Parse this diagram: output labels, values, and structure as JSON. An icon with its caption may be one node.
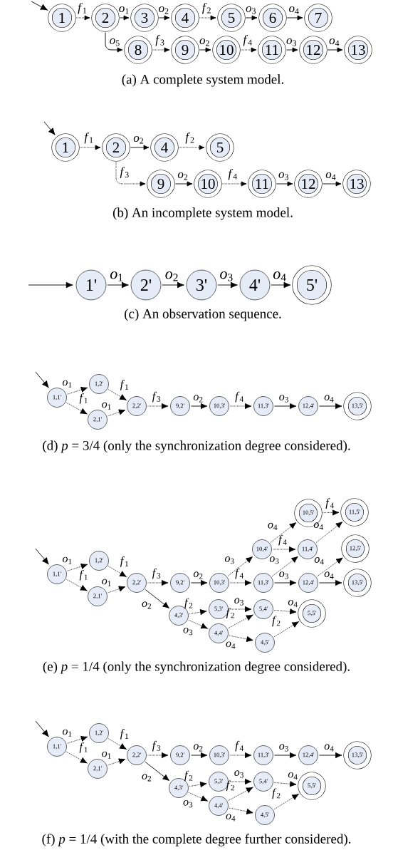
{
  "diagram": {
    "nodes": [
      {
        "text": [
          "1"
        ]
      },
      {
        "text": [
          "2"
        ]
      },
      {
        "text": [
          "3"
        ]
      },
      {
        "text": [
          "4"
        ]
      },
      {
        "text": [
          "5"
        ]
      },
      {
        "text": [
          "6"
        ]
      },
      {
        "text": [
          "7"
        ]
      },
      {
        "text": [
          "8"
        ]
      },
      {
        "text": [
          "9"
        ]
      },
      {
        "text": [
          "10"
        ]
      },
      {
        "text": [
          "11"
        ]
      },
      {
        "text": [
          "12"
        ]
      },
      {
        "text": [
          "13"
        ]
      },
      {
        "text": [
          "1"
        ]
      },
      {
        "text": [
          "2"
        ]
      },
      {
        "text": [
          "4"
        ]
      },
      {
        "text": [
          "5"
        ]
      },
      {
        "text": [
          "9"
        ]
      },
      {
        "text": [
          "10"
        ]
      },
      {
        "text": [
          "11"
        ]
      },
      {
        "text": [
          "12"
        ]
      },
      {
        "text": [
          "13"
        ]
      },
      {
        "text": [
          "1'"
        ]
      },
      {
        "text": [
          "2'"
        ]
      },
      {
        "text": [
          "3'"
        ]
      },
      {
        "text": [
          "4'"
        ]
      },
      {
        "text": [
          "5'"
        ]
      },
      {
        "text": [
          "1,1'"
        ]
      },
      {
        "text": [
          "1,2'"
        ]
      },
      {
        "text": [
          "2,1'"
        ]
      },
      {
        "text": [
          "2,2'"
        ]
      },
      {
        "text": [
          "9,2'"
        ]
      },
      {
        "text": [
          "10,3'"
        ]
      },
      {
        "text": [
          "11,3'"
        ]
      },
      {
        "text": [
          "12,4'"
        ]
      },
      {
        "text": [
          "13,5'"
        ]
      },
      {
        "text": [
          "1,1'"
        ]
      },
      {
        "text": [
          "1,2'"
        ]
      },
      {
        "text": [
          "2,1'"
        ]
      },
      {
        "text": [
          "2,2'"
        ]
      },
      {
        "text": [
          "9,2'"
        ]
      },
      {
        "text": [
          "10,3'"
        ]
      },
      {
        "text": [
          "10,4'"
        ]
      },
      {
        "text": [
          "10,5'"
        ]
      },
      {
        "text": [
          "11,5'"
        ]
      },
      {
        "text": [
          "11,4'"
        ]
      },
      {
        "text": [
          "12,5'"
        ]
      },
      {
        "text": [
          "11,3'"
        ]
      },
      {
        "text": [
          "12,4'"
        ]
      },
      {
        "text": [
          "13,5'"
        ]
      },
      {
        "text": [
          "4,3'"
        ]
      },
      {
        "text": [
          "5,3'"
        ]
      },
      {
        "text": [
          "5,4'"
        ]
      },
      {
        "text": [
          "5,5'"
        ]
      },
      {
        "text": [
          "4,4'"
        ]
      },
      {
        "text": [
          "4,5'"
        ]
      },
      {
        "text": [
          "1,1'"
        ]
      },
      {
        "text": [
          "1,2'"
        ]
      },
      {
        "text": [
          "2,1'"
        ]
      },
      {
        "text": [
          "2,2'"
        ]
      },
      {
        "text": [
          "9,2'"
        ]
      },
      {
        "text": [
          "10,3'"
        ]
      },
      {
        "text": [
          "11,3'"
        ]
      },
      {
        "text": [
          "12,4'"
        ]
      },
      {
        "text": [
          "13,5'"
        ]
      },
      {
        "text": [
          "4,3'"
        ]
      },
      {
        "text": [
          "5,3'"
        ]
      },
      {
        "text": [
          "5,4'"
        ]
      },
      {
        "text": [
          "5,5'"
        ]
      },
      {
        "text": [
          "4,4'"
        ]
      },
      {
        "text": [
          "4,5'"
        ]
      }
    ],
    "edges": [
      {
        "from": null,
        "to": 0,
        "arrow": "to"
      },
      {
        "from": 0,
        "to": 1,
        "arrow": "to",
        "label": "*f*$_{1}$",
        "style": "dashed"
      },
      {
        "from": 1,
        "to": 2,
        "arrow": "to",
        "label": "*o*$_{1}$"
      },
      {
        "from": 2,
        "to": 3,
        "arrow": "to",
        "label": "*o*$_{2}$"
      },
      {
        "from": 3,
        "to": 4,
        "arrow": "to",
        "label": "*f*$_{2}$",
        "style": "dashed"
      },
      {
        "from": 4,
        "to": 5,
        "arrow": "to",
        "label": "*o*$_{3}$"
      },
      {
        "from": 5,
        "to": 6,
        "arrow": "to",
        "label": "*o*$_{4}$"
      },
      {
        "from": 1,
        "to": 7,
        "arrow": "to",
        "label": "*o*$_{5}$"
      },
      {
        "from": 7,
        "to": 8,
        "arrow": "to",
        "label": "*f*$_{3}$",
        "style": "dashed"
      },
      {
        "from": 8,
        "to": 9,
        "arrow": "to",
        "label": "*o*$_{2}$"
      },
      {
        "from": 9,
        "to": 10,
        "arrow": "to",
        "label": "*f*$_{4}$",
        "style": "dashed"
      },
      {
        "from": 10,
        "to": 11,
        "arrow": "to",
        "label": "*o*$_{3}$"
      },
      {
        "from": 11,
        "to": 12,
        "arrow": "to",
        "label": "*o*$_{4}$"
      },
      {
        "from": null,
        "to": 13,
        "arrow": "to"
      },
      {
        "from": 13,
        "to": 14,
        "arrow": "to",
        "label": "*f*$_{1}$",
        "style": "dashed"
      },
      {
        "from": 14,
        "to": 15,
        "arrow": "to",
        "label": "*o*$_{2}$"
      },
      {
        "from": 15,
        "to": 16,
        "arrow": "to",
        "label": "*f*$_{2}$",
        "style": "dashed"
      },
      {
        "from": 14,
        "to": 17,
        "arrow": "to",
        "label": "*f*$_{3}$",
        "style": "dashed"
      },
      {
        "from": 17,
        "to": 18,
        "arrow": "to",
        "label": "*o*$_{2}$"
      },
      {
        "from": 18,
        "to": 19,
        "arrow": "to",
        "label": "*f*$_{4}$",
        "style": "dashed"
      },
      {
        "from": 19,
        "to": 20,
        "arrow": "to",
        "label": "*o*$_{3}$"
      },
      {
        "from": 20,
        "to": 21,
        "arrow": "to",
        "label": "*o*$_{4}$"
      },
      {
        "from": null,
        "to": 22,
        "arrow": "to"
      },
      {
        "from": 22,
        "to": 23,
        "arrow": "to",
        "label": "*o*$_{1}$"
      },
      {
        "from": 23,
        "to": 24,
        "arrow": "to",
        "label": "*o*$_{2}$"
      },
      {
        "from": 24,
        "to": 25,
        "arrow": "to",
        "label": "*o*$_{3}$"
      },
      {
        "from": 25,
        "to": 26,
        "arrow": "to",
        "label": "*o*$_{4}$"
      },
      {
        "from": null,
        "to": 27,
        "arrow": "to"
      },
      {
        "from": 27,
        "to": 28,
        "arrow": "to",
        "label": "*o*$_{1}$",
        "style": "dashed"
      },
      {
        "from": 27,
        "to": 29,
        "arrow": "to",
        "label": "*f*$_{1}$",
        "style": "dashed"
      },
      {
        "from": 28,
        "to": 30,
        "arrow": "to",
        "label": "*f*$_{1}$",
        "style": "dashed"
      },
      {
        "from": 29,
        "to": 30,
        "arrow": "to",
        "label": "*o*$_{1}$",
        "style": "dashed"
      },
      {
        "from": 30,
        "to": 31,
        "arrow": "to",
        "label": "*f*$_{3}$",
        "style": "dashed"
      },
      {
        "from": 31,
        "to": 32,
        "arrow": "to",
        "label": "*o*$_{2}$"
      },
      {
        "from": 32,
        "to": 33,
        "arrow": "to",
        "label": "*f*$_{4}$",
        "style": "dashed"
      },
      {
        "from": 33,
        "to": 34,
        "arrow": "to",
        "label": "*o*$_{3}$"
      },
      {
        "from": 34,
        "to": 35,
        "arrow": "to",
        "label": "*o*$_{4}$"
      },
      {
        "from": null,
        "to": 36,
        "arrow": "to"
      },
      {
        "from": 36,
        "to": 37,
        "arrow": "to",
        "label": "*o*$_{1}$",
        "style": "dashed"
      },
      {
        "from": 36,
        "to": 38,
        "arrow": "to",
        "label": "*f*$_{1}$",
        "style": "dashed"
      },
      {
        "from": 37,
        "to": 39,
        "arrow": "to",
        "label": "*f*$_{1}$",
        "style": "dashed"
      },
      {
        "from": 38,
        "to": 39,
        "arrow": "to",
        "label": "*o*$_{1}$",
        "style": "dashed"
      },
      {
        "from": 39,
        "to": 40,
        "arrow": "to",
        "label": "*f*$_{3}$",
        "style": "dashed"
      },
      {
        "from": 39,
        "to": 50,
        "arrow": "to",
        "label": "*o*$_{2}$"
      },
      {
        "from": 40,
        "to": 41,
        "arrow": "to",
        "label": "*o*$_{2}$"
      },
      {
        "from": 41,
        "to": 42,
        "arrow": "to",
        "label": "*o*$_{3}$",
        "style": "dashed"
      },
      {
        "from": 41,
        "to": 47,
        "arrow": "to",
        "label": "*f*$_{4}$",
        "style": "dashed"
      },
      {
        "from": 42,
        "to": 43,
        "arrow": "to",
        "label": "*o*$_{4}$",
        "style": "dashed"
      },
      {
        "from": 42,
        "to": 45,
        "arrow": "to",
        "label": "*f*$_{4}$",
        "style": "dashed"
      },
      {
        "from": 43,
        "to": 44,
        "arrow": "to",
        "label": "*f*$_{4}$",
        "style": "dashed"
      },
      {
        "from": 45,
        "to": 44,
        "arrow": "to",
        "label": "*o*$_{4}$",
        "style": "dashed"
      },
      {
        "from": 47,
        "to": 45,
        "arrow": "to",
        "label": "*o*$_{3}$",
        "style": "dashed"
      },
      {
        "from": 47,
        "to": 48,
        "arrow": "to",
        "label": "*o*$_{3}$"
      },
      {
        "from": 48,
        "to": 46,
        "arrow": "to",
        "label": "*o*$_{4}$",
        "style": "dashed"
      },
      {
        "from": 48,
        "to": 49,
        "arrow": "to",
        "label": "*o*$_{4}$"
      },
      {
        "from": 50,
        "to": 51,
        "arrow": "to",
        "label": "*f*$_{2}$",
        "style": "dashed"
      },
      {
        "from": 50,
        "to": 54,
        "arrow": "to",
        "label": "*o*$_{3}$",
        "style": "dashed"
      },
      {
        "from": 51,
        "to": 52,
        "arrow": "to",
        "label": "*o*$_{3}$",
        "style": "dashed"
      },
      {
        "from": 54,
        "to": 52,
        "arrow": "to",
        "label": "*f*$_{2}$",
        "style": "dashed"
      },
      {
        "from": 54,
        "to": 55,
        "arrow": "to",
        "label": "*o*$_{4}$",
        "style": "dashed"
      },
      {
        "from": 52,
        "to": 53,
        "arrow": "to",
        "label": "*o*$_{4}$",
        "style": "dashed"
      },
      {
        "from": 55,
        "to": 53,
        "arrow": "to",
        "label": "*f*$_{2}$",
        "style": "dashed"
      },
      {
        "from": null,
        "to": 56,
        "arrow": "to"
      },
      {
        "from": 56,
        "to": 57,
        "arrow": "to",
        "label": "*o*$_{1}$",
        "style": "dashed"
      },
      {
        "from": 56,
        "to": 58,
        "arrow": "to",
        "label": "*f*$_{1}$",
        "style": "dashed"
      },
      {
        "from": 57,
        "to": 59,
        "arrow": "to",
        "label": "*f*$_{1}$",
        "style": "dashed"
      },
      {
        "from": 58,
        "to": 59,
        "arrow": "to",
        "label": "*o*$_{1}$",
        "style": "dashed"
      },
      {
        "from": 59,
        "to": 60,
        "arrow": "to",
        "label": "*f*$_{3}$",
        "style": "dashed"
      },
      {
        "from": 59,
        "to": 65,
        "arrow": "to",
        "label": "*o*$_{2}$"
      },
      {
        "from": 60,
        "to": 61,
        "arrow": "to",
        "label": "*o*$_{2}$"
      },
      {
        "from": 61,
        "to": 62,
        "arrow": "to",
        "label": "*f*$_{4}$",
        "style": "dashed"
      },
      {
        "from": 62,
        "to": 63,
        "arrow": "to",
        "label": "*o*$_{3}$"
      },
      {
        "from": 63,
        "to": 64,
        "arrow": "to",
        "label": "*o*$_{4}$"
      },
      {
        "from": 65,
        "to": 66,
        "arrow": "to",
        "label": "*f*$_{2}$",
        "style": "dashed"
      },
      {
        "from": 65,
        "to": 69,
        "arrow": "to",
        "label": "*o*$_{3}$",
        "style": "dashed"
      },
      {
        "from": 66,
        "to": 67,
        "arrow": "to",
        "label": "*o*$_{3}$",
        "style": "dashed"
      },
      {
        "from": 69,
        "to": 67,
        "arrow": "to",
        "label": "*f*$_{2}$",
        "style": "dashed"
      },
      {
        "from": 69,
        "to": 70,
        "arrow": "to",
        "label": "*o*$_{4}$",
        "style": "dashed"
      },
      {
        "from": 67,
        "to": 68,
        "arrow": "to",
        "label": "*o*$_{4}$",
        "style": "dashed"
      },
      {
        "from": 70,
        "to": 68,
        "arrow": "to",
        "label": "*f*$_{2}$",
        "style": "dashed"
      }
    ],
    "labels": [
      "(a) A complete system model.",
      "(b) An incomplete system model.",
      "(c) An observation sequence.",
      "(d) *p* = 3/4 (only the synchronization degree considered).",
      "(e) *p* = 1/4 (only the synchronization degree considered).",
      "(f) *p* = 1/4 (with the complete degree further considered)."
    ]
  }
}
